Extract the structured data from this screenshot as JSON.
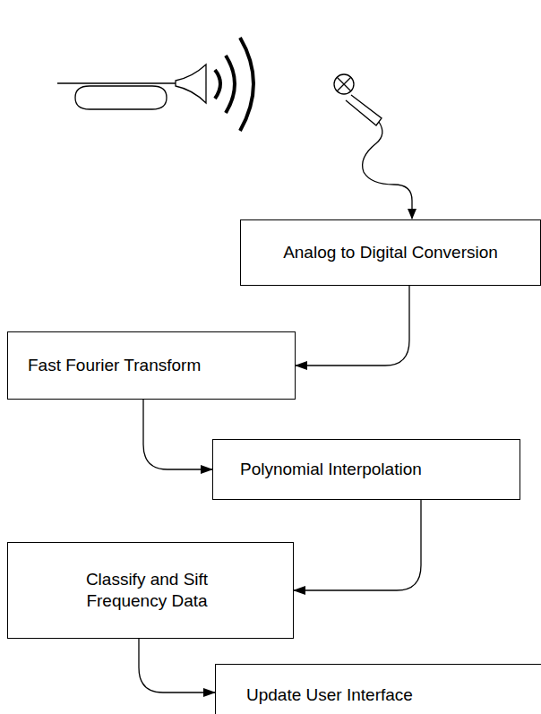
{
  "diagram": {
    "nodes": [
      {
        "text": [
          "Analog to Digital Conversion"
        ]
      },
      {
        "text": [
          "Fast Fourier Transform"
        ]
      },
      {
        "text": [
          "Polynomial Interpolation"
        ]
      },
      {
        "text": [
          "Classify and Sift Frequency Data"
        ]
      },
      {
        "text": [
          "Update User Interface"
        ]
      }
    ],
    "edges": [
      {
        "from": 0,
        "to": 1,
        "arrow": "to"
      },
      {
        "from": 1,
        "to": 2,
        "arrow": "to"
      },
      {
        "from": 2,
        "to": 3,
        "arrow": "to"
      },
      {
        "from": 3,
        "to": 4,
        "arrow": "to"
      }
    ]
  }
}
